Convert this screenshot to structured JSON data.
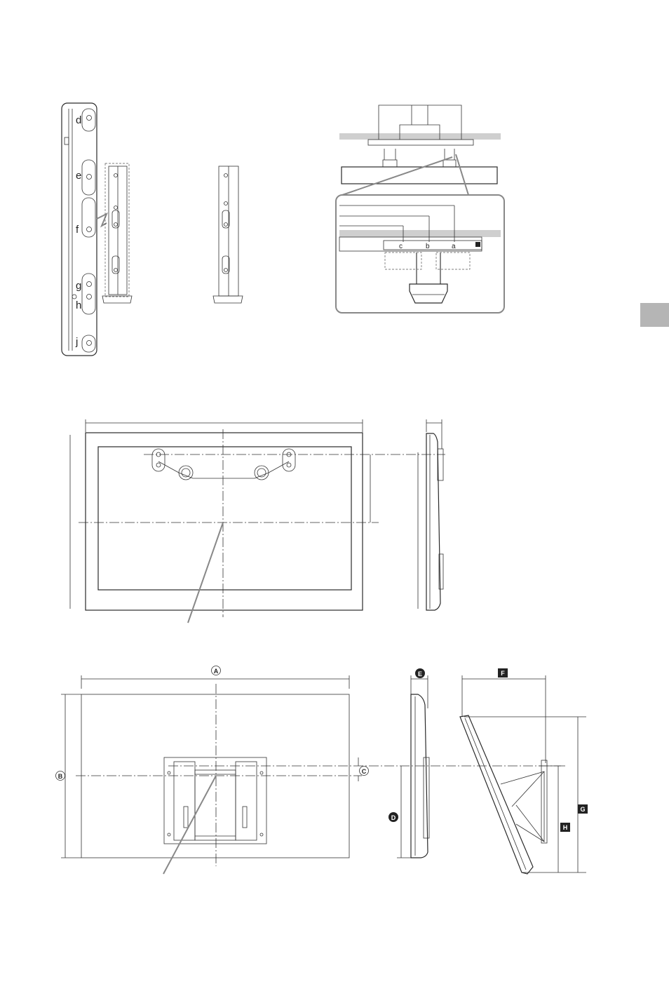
{
  "rail_letters": [
    "d",
    "e",
    "f",
    "g",
    "h",
    "j"
  ],
  "hook_labels": [
    "c",
    "b",
    "a"
  ],
  "dimension_labels": {
    "a": "A",
    "b": "B",
    "c": "C",
    "d": "D",
    "e": "E",
    "f": "F",
    "g": "G",
    "h": "H"
  },
  "colors": {
    "wall": "#cfcfcf",
    "side_tab": "#b5b5b5",
    "line": "#2a2a2a"
  }
}
